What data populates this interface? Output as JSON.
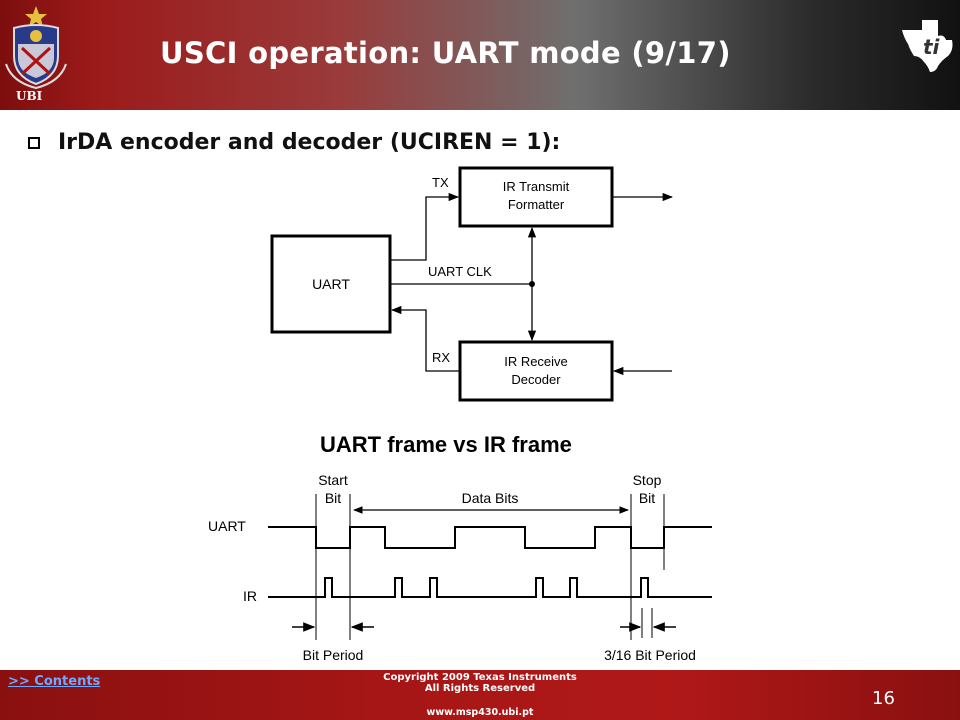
{
  "header": {
    "title": "USCI operation: UART mode (9/17)",
    "ubi_label": "UBI",
    "logo_icon": "ubi-crest-icon",
    "brand_icon": "texas-instruments-logo-icon"
  },
  "bullet": {
    "text": "IrDA encoder and decoder (UCIREN = 1):",
    "icon": "checkbox-bullet-icon"
  },
  "block_diagram": {
    "blocks": {
      "uart": "UART",
      "ir_tx_line1": "IR Transmit",
      "ir_tx_line2": "Formatter",
      "ir_rx_line1": "IR Receive",
      "ir_rx_line2": "Decoder"
    },
    "signals": {
      "tx": "TX",
      "rx": "RX",
      "clk": "UART CLK"
    }
  },
  "timing_diagram": {
    "title": "UART frame vs IR frame",
    "labels": {
      "start_line1": "Start",
      "start_line2": "Bit",
      "data_bits": "Data Bits",
      "stop_line1": "Stop",
      "stop_line2": "Bit",
      "uart": "UART",
      "ir": "IR",
      "bit_period": "Bit Period",
      "three_sixteenth": "3/16 Bit Period"
    }
  },
  "footer": {
    "contents_link": ">> Contents",
    "copyright_line1": "Copyright  2009 Texas Instruments",
    "copyright_line2": "All Rights Reserved",
    "website": "www.msp430.ubi.pt",
    "page_number": "16"
  },
  "colors": {
    "header_red": "#9c1a1a",
    "footer_red": "#a61616",
    "link_blue": "#6fa8ff"
  }
}
